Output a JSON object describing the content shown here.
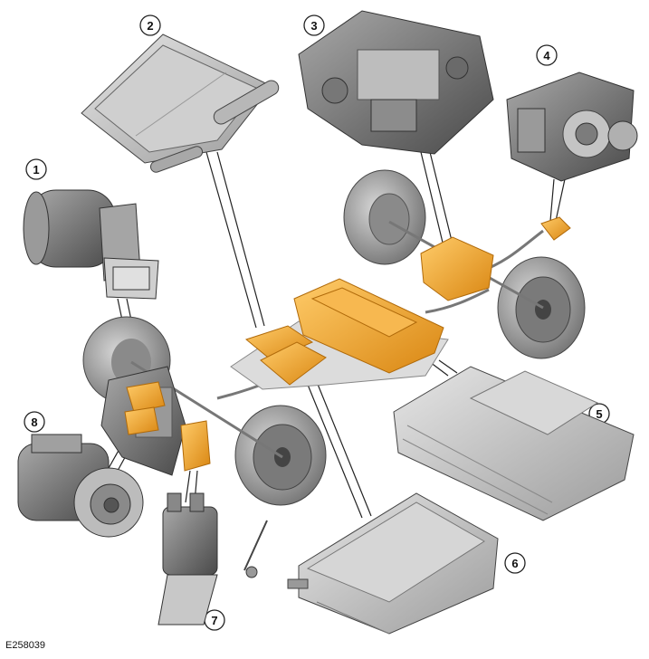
{
  "figure": {
    "reference": "E258039",
    "callouts": [
      "1",
      "2",
      "3",
      "4",
      "5",
      "6",
      "7",
      "8"
    ],
    "colors": {
      "highlight": "#f2a028",
      "highlight_dark": "#c97a12",
      "part_gray": "#c9c9c9",
      "part_dark": "#7a7a7a",
      "tire": "#9a9a9a",
      "line": "#222222"
    }
  }
}
